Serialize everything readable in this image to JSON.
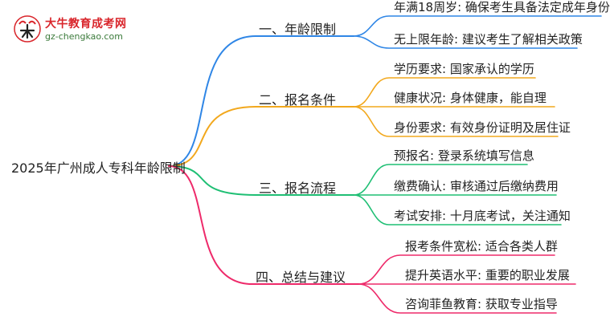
{
  "logo": {
    "title": "大牛教育成考网",
    "url": "gz-chengkao.com",
    "mark_icon": "bull-character-logo"
  },
  "root": {
    "label": "2025年广州成人专科年龄限制"
  },
  "branches": [
    {
      "label": "一、年龄限制",
      "color": "#2f86e6",
      "leaves": [
        "年满18周岁: 确保考生具备法定成年身份",
        "无上限年龄: 建议考生了解相关政策"
      ]
    },
    {
      "label": "二、报名条件",
      "color": "#f2a81d",
      "leaves": [
        "学历要求: 国家承认的学历",
        "健康状况: 身体健康，能自理",
        "身份要求: 有效身份证明及居住证"
      ]
    },
    {
      "label": "三、报名流程",
      "color": "#1fbf74",
      "leaves": [
        "预报名: 登录系统填写信息",
        "缴费确认: 审核通过后缴纳费用",
        "考试安排: 十月底考试，关注通知"
      ]
    },
    {
      "label": "四、总结与建议",
      "color": "#ee2a6a",
      "leaves": [
        "报考条件宽松: 适合各类人群",
        "提升英语水平: 重要的职业发展",
        "咨询菲鱼教育: 获取专业指导"
      ]
    }
  ]
}
